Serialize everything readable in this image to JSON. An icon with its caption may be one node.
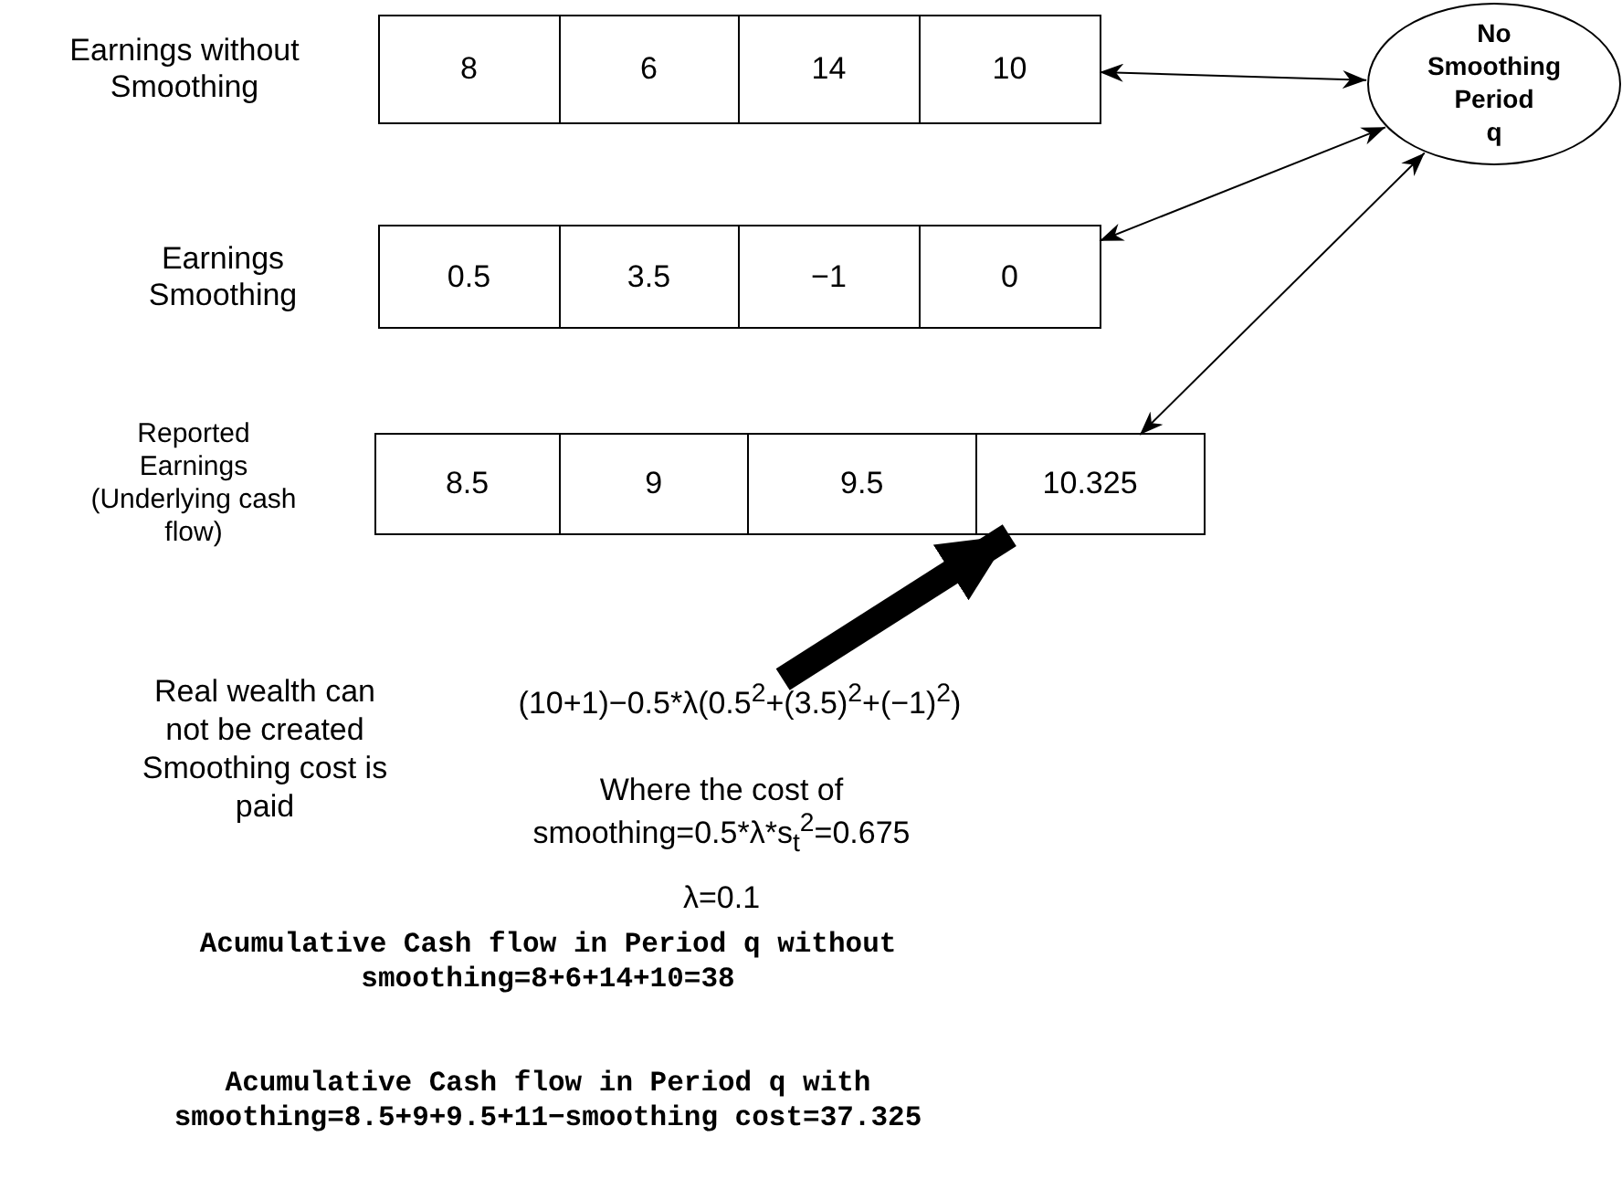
{
  "diagram": {
    "nodes": [
      {
        "text": [
          "Earnings without Smoothing"
        ]
      },
      {
        "text": [
          "8"
        ],
        "in": 0
      },
      {
        "text": [
          "6"
        ],
        "in": 0
      },
      {
        "text": [
          "14"
        ],
        "in": 0
      },
      {
        "text": [
          "10"
        ],
        "in": 0
      },
      {
        "text": [
          "Earnings Smoothing"
        ]
      },
      {
        "text": [
          "0.5"
        ],
        "in": 5
      },
      {
        "text": [
          "3.5"
        ],
        "in": 5
      },
      {
        "text": [
          "−1"
        ],
        "in": 5
      },
      {
        "text": [
          "0"
        ],
        "in": 5
      },
      {
        "text": [
          "Reported Earnings (Underlying cash flow)"
        ]
      },
      {
        "text": [
          "8.5"
        ],
        "in": 10
      },
      {
        "text": [
          "9"
        ],
        "in": 10
      },
      {
        "text": [
          "9.5"
        ],
        "in": 10
      },
      {
        "text": [
          "10.325"
        ],
        "in": 10
      },
      {
        "text": [
          "No Smoothing Period q"
        ]
      },
      {
        "text": [
          "(10+1)−0.5*λ(0.5$^{2}$+(3.5)$^{2}$+(−1)$^{2}$)"
        ]
      }
    ],
    "edges": [
      {
        "from": 4,
        "to": 15,
        "arrow": "both"
      },
      {
        "from": 9,
        "to": 15,
        "arrow": "both"
      },
      {
        "from": 14,
        "to": 15,
        "arrow": "both"
      },
      {
        "from": 16,
        "to": 14,
        "arrow": "to",
        "style": "thick"
      }
    ],
    "labels": [
      "Real wealth can not be created Smoothing cost is paid",
      "Where the cost of smoothing=0.5*λ*s$_{t}$$^{2}$=0.675",
      "λ=0.1",
      "Acumulative Cash flow in Period q without smoothing=8+6+14+10=38",
      "Acumulative Cash flow in Period q with smoothing=8.5+9+9.5+11−smoothing cost=37.325"
    ]
  }
}
